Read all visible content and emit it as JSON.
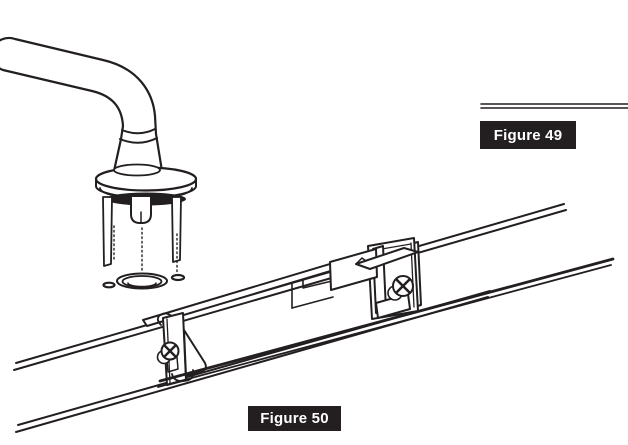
{
  "page": {
    "background_color": "#ffffff",
    "ink_color": "#231f20",
    "caption_bg_color": "#231f20",
    "caption_text_color": "#ffffff"
  },
  "figures": [
    {
      "label": "Figure 49",
      "depicts": "handle-with-mounting-studs-above-holes"
    },
    {
      "label": "Figure 50",
      "depicts": "rail-recess-with-mounting-brackets-and-screws"
    }
  ]
}
